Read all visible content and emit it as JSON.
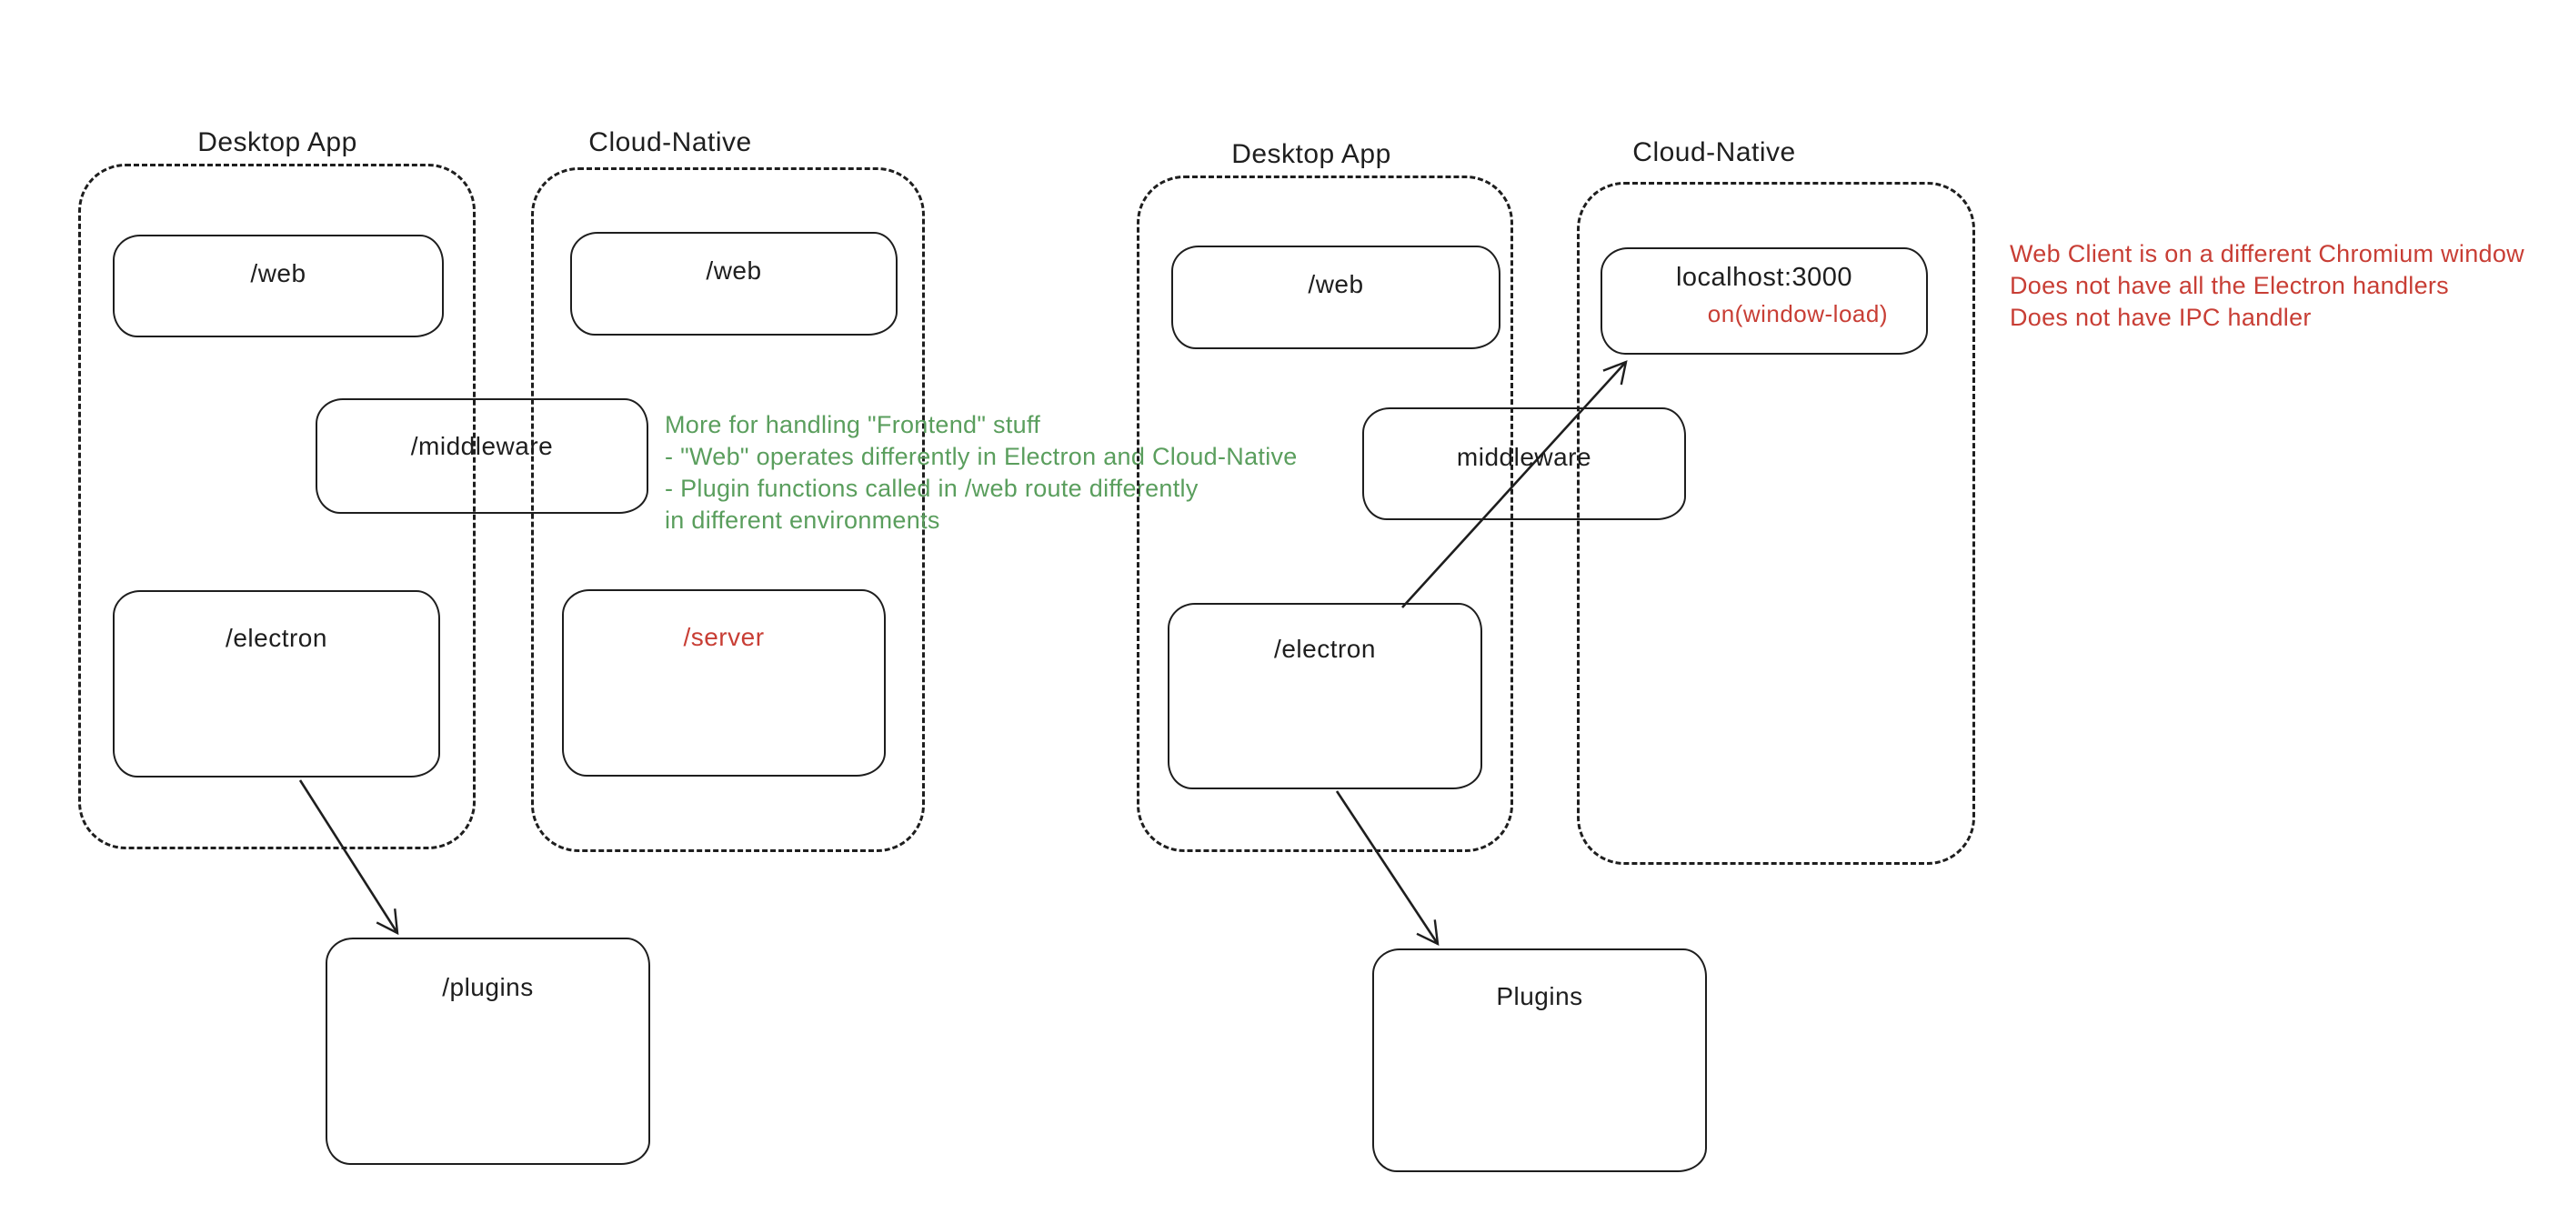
{
  "colors": {
    "ink": "#1e1e1e",
    "red": "#c83e35",
    "green": "#5a9e5d",
    "background": "#ffffff"
  },
  "left_diagram": {
    "desktop_group_label": "Desktop App",
    "cloud_group_label": "Cloud-Native",
    "boxes": {
      "web_desktop": "/web",
      "web_cloud": "/web",
      "middleware": "/middleware",
      "electron": "/electron",
      "server": "/server",
      "plugins": "/plugins"
    },
    "note": {
      "color_name": "green",
      "lines": [
        "More for handling \"Frontend\" stuff",
        "- \"Web\" operates differently in Electron and Cloud-Native",
        "- Plugin functions called in /web route differently",
        "in different environments"
      ]
    }
  },
  "right_diagram": {
    "desktop_group_label": "Desktop App",
    "cloud_group_label": "Cloud-Native",
    "boxes": {
      "web": "/web",
      "localhost": "localhost:3000",
      "localhost_event": "on(window-load)",
      "middleware": "middleware",
      "electron": "/electron",
      "plugins": "Plugins"
    },
    "note": {
      "color_name": "red",
      "lines": [
        "Web Client is on a different Chromium window",
        "Does not have all the Electron handlers",
        "Does not have IPC handler"
      ]
    }
  }
}
